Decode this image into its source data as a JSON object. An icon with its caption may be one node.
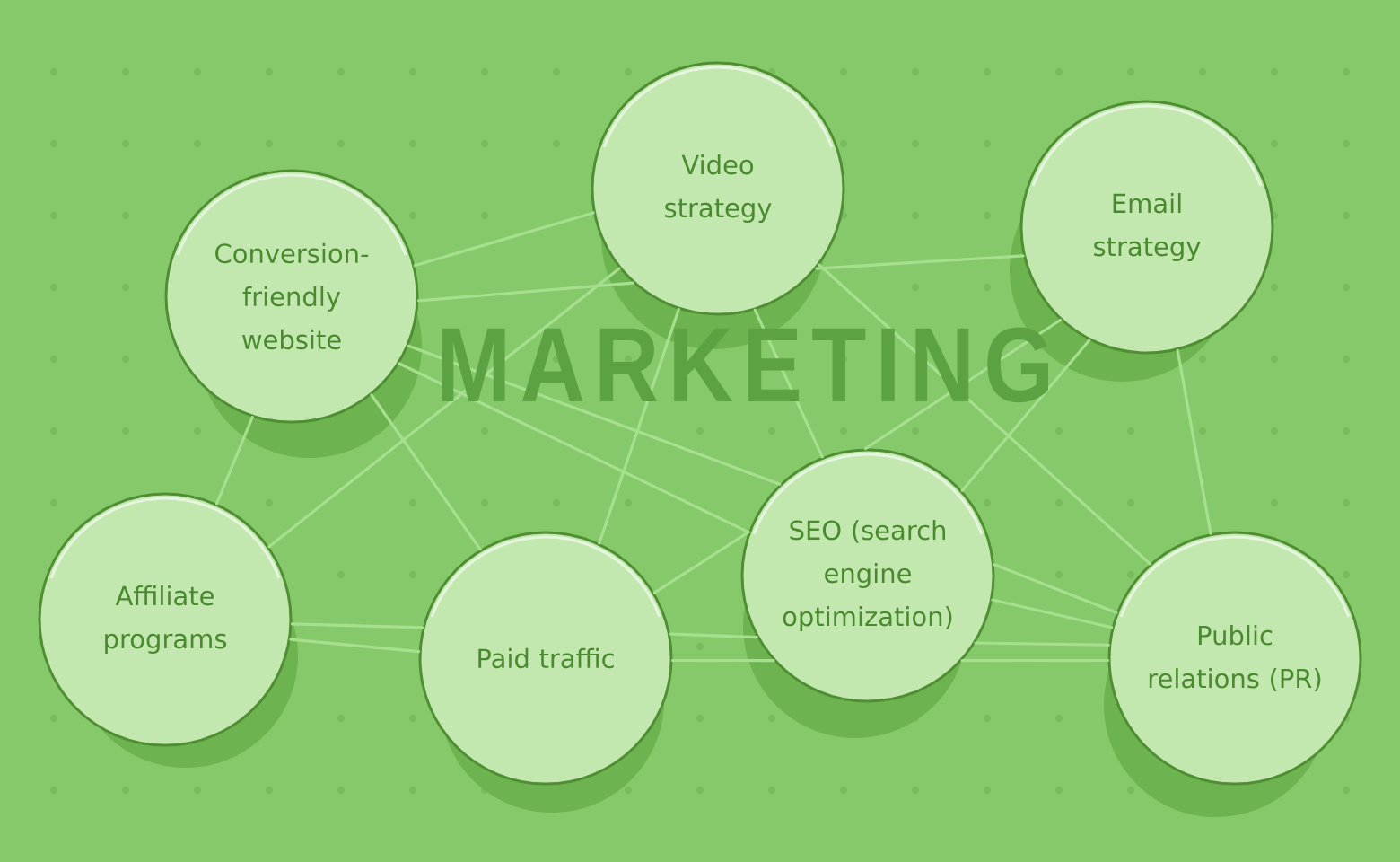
{
  "diagram": {
    "title": "MARKETING",
    "nodes": [
      {
        "text": [
          "Conversion-friendly website"
        ]
      },
      {
        "text": [
          "Video strategy"
        ]
      },
      {
        "text": [
          "Email strategy"
        ]
      },
      {
        "text": [
          "Affiliate programs"
        ]
      },
      {
        "text": [
          "Paid traffic"
        ]
      },
      {
        "text": [
          "SEO (search engine optimization)"
        ]
      },
      {
        "text": [
          "Public relations (PR)"
        ]
      }
    ],
    "edges": [
      {
        "from": 0,
        "to": 1,
        "arrow": "none"
      },
      {
        "from": 0,
        "to": 1,
        "arrow": "none"
      },
      {
        "from": 0,
        "to": 5,
        "arrow": "none"
      },
      {
        "from": 0,
        "to": 5,
        "arrow": "none"
      },
      {
        "from": 0,
        "to": 4,
        "arrow": "none"
      },
      {
        "from": 0,
        "to": 3,
        "arrow": "none"
      },
      {
        "from": 1,
        "to": 2,
        "arrow": "none"
      },
      {
        "from": 1,
        "to": 3,
        "arrow": "none"
      },
      {
        "from": 1,
        "to": 4,
        "arrow": "none"
      },
      {
        "from": 1,
        "to": 5,
        "arrow": "none"
      },
      {
        "from": 1,
        "to": 6,
        "arrow": "none"
      },
      {
        "from": 2,
        "to": 5,
        "arrow": "none"
      },
      {
        "from": 2,
        "to": 5,
        "arrow": "none"
      },
      {
        "from": 2,
        "to": 6,
        "arrow": "none"
      },
      {
        "from": 3,
        "to": 4,
        "arrow": "none"
      },
      {
        "from": 3,
        "to": 4,
        "arrow": "none"
      },
      {
        "from": 4,
        "to": 5,
        "arrow": "none"
      },
      {
        "from": 4,
        "to": 5,
        "arrow": "none"
      },
      {
        "from": 4,
        "to": 5,
        "arrow": "none"
      },
      {
        "from": 5,
        "to": 6,
        "arrow": "none"
      },
      {
        "from": 5,
        "to": 6,
        "arrow": "none"
      },
      {
        "from": 5,
        "to": 6,
        "arrow": "none"
      },
      {
        "from": 5,
        "to": 6,
        "arrow": "none"
      }
    ]
  }
}
